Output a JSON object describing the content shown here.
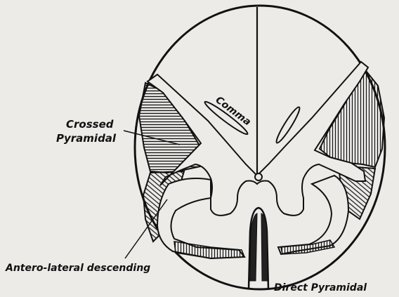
{
  "figure": {
    "labels": {
      "crossed_line1": "Crossed",
      "crossed_line2": "Pyramidal",
      "comma": "Comma",
      "antero_lateral": "Antero-lateral descending",
      "direct": "Direct Pyramidal"
    },
    "colors": {
      "background": "#ecebe8",
      "ink": "#111111"
    }
  }
}
